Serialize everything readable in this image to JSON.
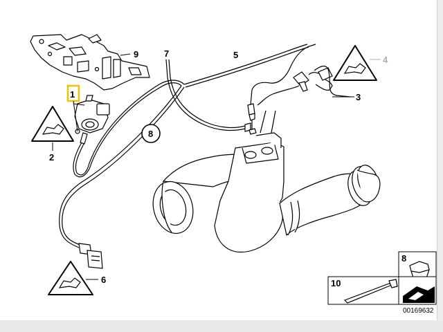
{
  "callouts": {
    "c1": "1",
    "c2": "2",
    "c3": "3",
    "c4": "4",
    "c5": "5",
    "c6": "6",
    "c7": "7",
    "c8": "8",
    "c9": "9",
    "c10": "10"
  },
  "reference_number": "00169632",
  "colors": {
    "highlight": "#f2c200",
    "line": "#000000",
    "greyed": "#b0b0b0",
    "bottom_bar": "#e9e9ea"
  },
  "icons": [
    "warning-triangle-icon",
    "cable-connector-icon",
    "clip-icon",
    "arrow-icon"
  ]
}
